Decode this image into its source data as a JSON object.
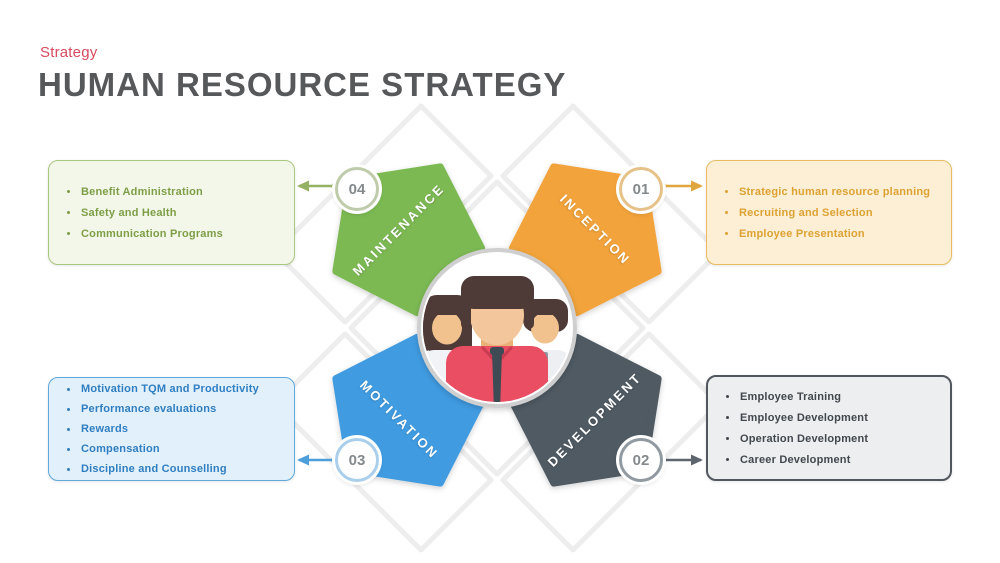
{
  "slide": {
    "eyebrow": "Strategy",
    "title": "HUMAN RESOURCE STRATEGY"
  },
  "palette": {
    "eyebrow_red": "#D84B5E",
    "title_gray": "#57585A",
    "maintenance_green": "#7CB952",
    "inception_orange": "#F2A33B",
    "motivation_blue": "#3F9BE1",
    "development_slate": "#4F5A64",
    "center_ring_gray": "#CFCFCF"
  },
  "sections": {
    "inception": {
      "number": "01",
      "label": "INCEPTION",
      "color": "#F2A33B",
      "items": [
        "Strategic human resource planning",
        "Recruiting and Selection",
        "Employee Presentation"
      ]
    },
    "development": {
      "number": "02",
      "label": "DEVELOPMENT",
      "color": "#4F5A64",
      "items": [
        "Employee Training",
        "Employee Development",
        "Operation Development",
        "Career Development"
      ]
    },
    "motivation": {
      "number": "03",
      "label": "MOTIVATION",
      "color": "#3F9BE1",
      "items": [
        "Motivation TQM and Productivity",
        "Performance evaluations",
        "Rewards",
        "Compensation",
        "Discipline and Counselling"
      ]
    },
    "maintenance": {
      "number": "04",
      "label": "MAINTENANCE",
      "color": "#7CB952",
      "items": [
        "Benefit Administration",
        "Safety and Health",
        "Communication Programs"
      ]
    }
  },
  "center": {
    "icon": "team-icon"
  }
}
